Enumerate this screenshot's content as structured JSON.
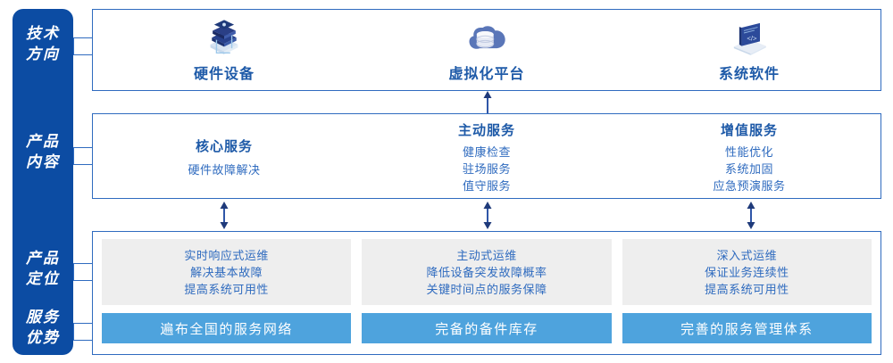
{
  "rail": {
    "labels": [
      {
        "id": "tech-direction",
        "line1": "技术",
        "line2": "方向"
      },
      {
        "id": "product-content",
        "line1": "产品",
        "line2": "内容"
      },
      {
        "id": "product-position",
        "line1": "产品",
        "line2": "定位"
      },
      {
        "id": "service-advantage",
        "line1": "服务",
        "line2": "优势"
      }
    ],
    "color": "#0c4ca3"
  },
  "colors": {
    "rail_blue": "#0c4ca3",
    "border_blue": "#2f6bbf",
    "title_blue": "#1e5aa8",
    "text_blue": "#2f6bbf",
    "bar_blue": "#4ea3dd",
    "card_gray": "#eeeeee"
  },
  "tech_direction": {
    "columns": [
      {
        "icon": "server-stack-icon",
        "label": "硬件设备"
      },
      {
        "icon": "cloud-database-icon",
        "label": "虚拟化平台"
      },
      {
        "icon": "laptop-code-icon",
        "label": "系统软件"
      }
    ]
  },
  "product_content": {
    "columns": [
      {
        "title": "核心服务",
        "items": [
          "硬件故障解决"
        ]
      },
      {
        "title": "主动服务",
        "items": [
          "健康检查",
          "驻场服务",
          "值守服务"
        ]
      },
      {
        "title": "增值服务",
        "items": [
          "性能优化",
          "系统加固",
          "应急预演服务"
        ]
      }
    ]
  },
  "product_position": {
    "cards": [
      {
        "lines": [
          "实时响应式运维",
          "解决基本故障",
          "提高系统可用性"
        ]
      },
      {
        "lines": [
          "主动式运维",
          "降低设备突发故障概率",
          "关键时间点的服务保障"
        ]
      },
      {
        "lines": [
          "深入式运维",
          "保证业务连续性",
          "提高系统可用性"
        ]
      }
    ]
  },
  "service_advantage": {
    "bars": [
      {
        "label": "遍布全国的服务网络"
      },
      {
        "label": "完备的备件库存"
      },
      {
        "label": "完善的服务管理体系"
      }
    ]
  },
  "connectors": {
    "tech_to_content": "arrow-up",
    "content_to_bottom": "arrow-up-down"
  }
}
